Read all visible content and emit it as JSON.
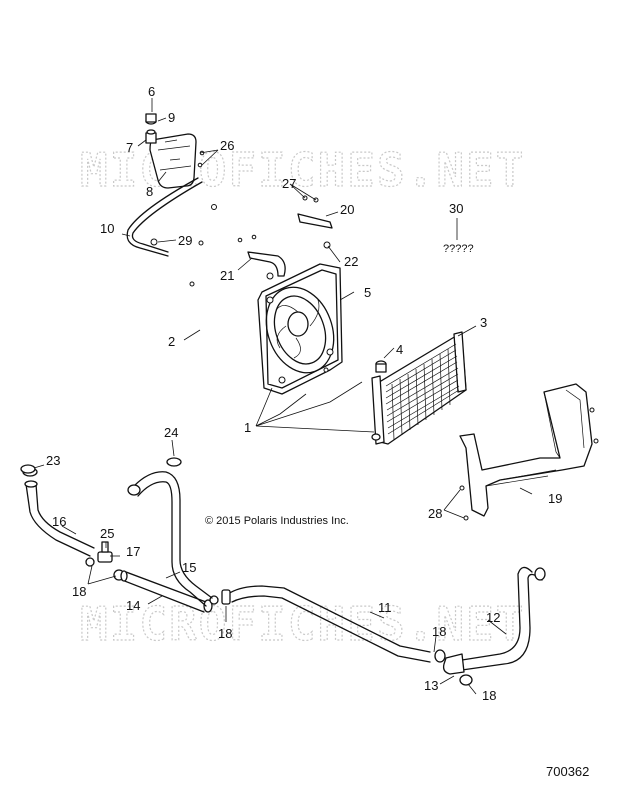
{
  "watermark": {
    "text": "MICROFICHES.NET"
  },
  "copyright": "© 2015 Polaris Industries Inc.",
  "figure_number": "700362",
  "callouts": {
    "c1": "1",
    "c2": "2",
    "c3": "3",
    "c4": "4",
    "c5": "5",
    "c6": "6",
    "c7": "7",
    "c8": "8",
    "c9": "9",
    "c10": "10",
    "c11": "11",
    "c12": "12",
    "c13": "13",
    "c14": "14",
    "c15": "15",
    "c16": "16",
    "c17": "17",
    "c18a": "18",
    "c18b": "18",
    "c18c": "18",
    "c18d": "18",
    "c19": "19",
    "c20": "20",
    "c21": "21",
    "c22": "22",
    "c23": "23",
    "c24": "24",
    "c25": "25",
    "c26": "26",
    "c27": "27",
    "c28": "28",
    "c29": "29",
    "c30": "30"
  },
  "unknown_part_label": "?????"
}
